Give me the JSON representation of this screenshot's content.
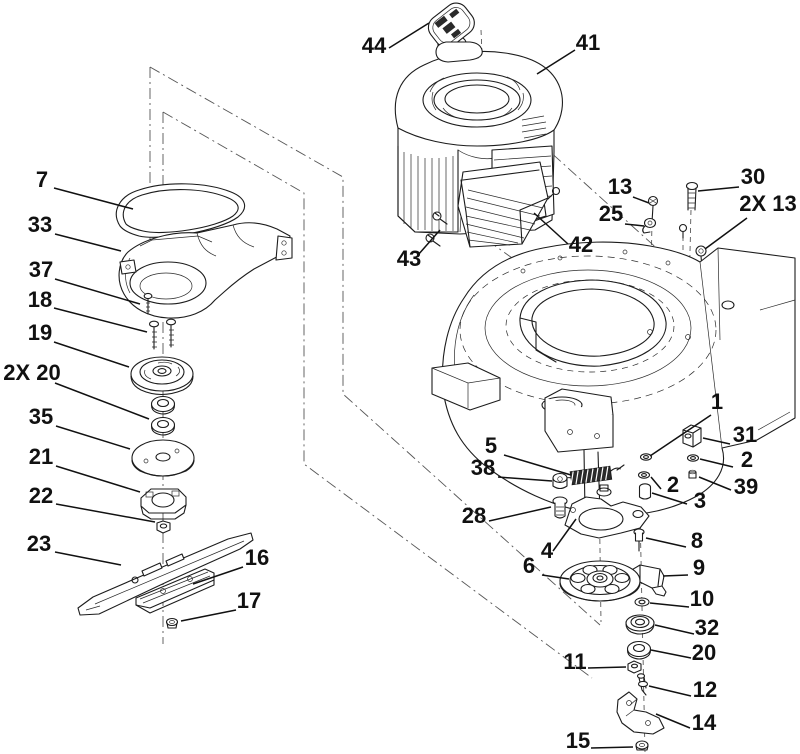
{
  "diagram": {
    "kind": "exploded-parts-diagram",
    "subject": "walk-behind mower engine, spindle and blade assembly",
    "colors": {
      "background": "#ffffff",
      "line": "#1c1c1c",
      "label": "#111111",
      "spring_fill": "#2a2a2a"
    },
    "callouts": [
      {
        "label": "44"
      },
      {
        "label": "41"
      },
      {
        "label": "43"
      },
      {
        "label": "42"
      },
      {
        "label": "13"
      },
      {
        "label": "25"
      },
      {
        "label": "30"
      },
      {
        "label": "2X 13"
      },
      {
        "label": "7"
      },
      {
        "label": "33"
      },
      {
        "label": "37"
      },
      {
        "label": "18"
      },
      {
        "label": "19"
      },
      {
        "label": "2X 20"
      },
      {
        "label": "35"
      },
      {
        "label": "21"
      },
      {
        "label": "22"
      },
      {
        "label": "23"
      },
      {
        "label": "16"
      },
      {
        "label": "17"
      },
      {
        "label": "1"
      },
      {
        "label": "31"
      },
      {
        "label": "2"
      },
      {
        "label": "39"
      },
      {
        "label": "2"
      },
      {
        "label": "3"
      },
      {
        "label": "5"
      },
      {
        "label": "38"
      },
      {
        "label": "28"
      },
      {
        "label": "4"
      },
      {
        "label": "6"
      },
      {
        "label": "8"
      },
      {
        "label": "9"
      },
      {
        "label": "10"
      },
      {
        "label": "32"
      },
      {
        "label": "20"
      },
      {
        "label": "11"
      },
      {
        "label": "12"
      },
      {
        "label": "14"
      },
      {
        "label": "15"
      }
    ]
  }
}
